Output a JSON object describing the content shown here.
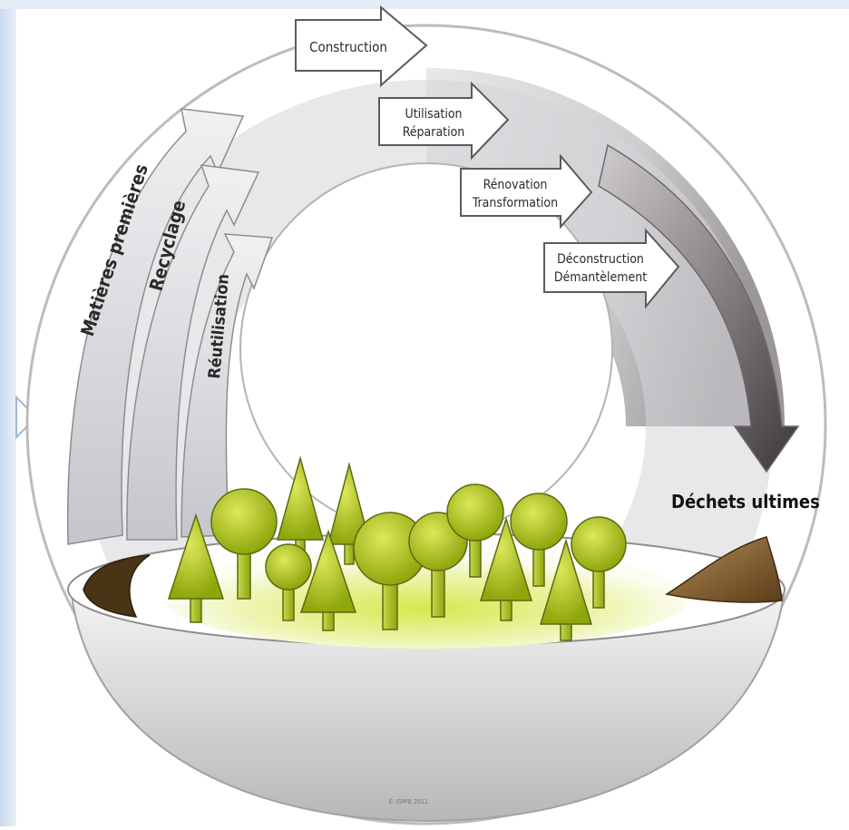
{
  "diagram": {
    "steps": {
      "construction": "Construction",
      "utilisation_1": "Utilisation",
      "utilisation_2": "Réparation",
      "renovation_1": "Rénovation",
      "renovation_2": "Transformation",
      "deconstruction_1": "Déconstruction",
      "deconstruction_2": "Démantèlement"
    },
    "loops": {
      "outer": "Matières premières",
      "middle": "Recyclage",
      "inner": "Réutilisation"
    },
    "final_waste": "Déchets ultimes",
    "credit": "© ISPPB 2011"
  },
  "colors": {
    "frame_blue": "#dde8f4",
    "trees": "#a8bf14",
    "arrow_dark": "#4a4648",
    "soil": "#6b4a22"
  }
}
